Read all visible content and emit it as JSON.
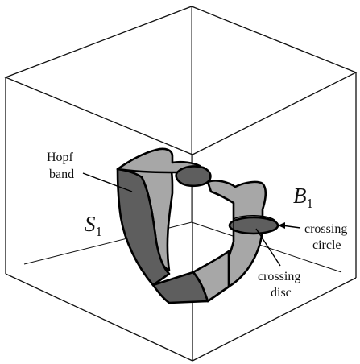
{
  "labels": {
    "hopf_band_line1": "Hopf",
    "hopf_band_line2": "band",
    "s_main": "S",
    "s_sub": "1",
    "b_main": "B",
    "b_sub": "1",
    "crossing_circle_line1": "crossing",
    "crossing_circle_line2": "circle",
    "crossing_disc_line1": "crossing",
    "crossing_disc_line2": "disc"
  },
  "colors": {
    "band_dark": "#5e5e5e",
    "band_light": "#a7a7a7",
    "ink": "#000000",
    "background": "#ffffff"
  }
}
